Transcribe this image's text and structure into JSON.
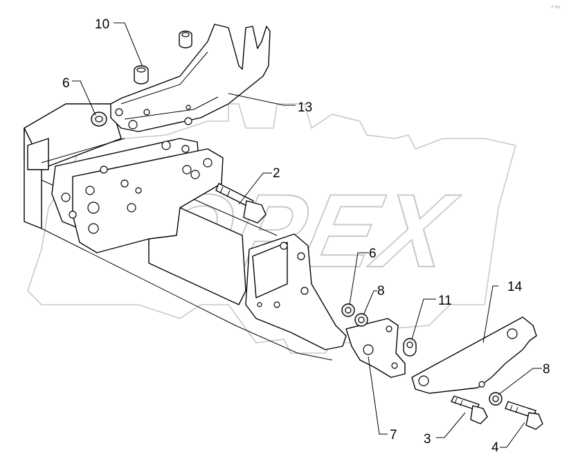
{
  "watermark": {
    "text": "OPEX",
    "color": "#c8c8c8"
  },
  "corner_mark": "↗ ≡≡",
  "callouts": [
    {
      "id": "c10",
      "label": "10"
    },
    {
      "id": "c6a",
      "label": "6"
    },
    {
      "id": "c13",
      "label": "13"
    },
    {
      "id": "c2",
      "label": "2"
    },
    {
      "id": "c6b",
      "label": "6"
    },
    {
      "id": "c8a",
      "label": "8"
    },
    {
      "id": "c11",
      "label": "11"
    },
    {
      "id": "c14",
      "label": "14"
    },
    {
      "id": "c8b",
      "label": "8"
    },
    {
      "id": "c7",
      "label": "7"
    },
    {
      "id": "c3",
      "label": "3"
    },
    {
      "id": "c4",
      "label": "4"
    }
  ]
}
